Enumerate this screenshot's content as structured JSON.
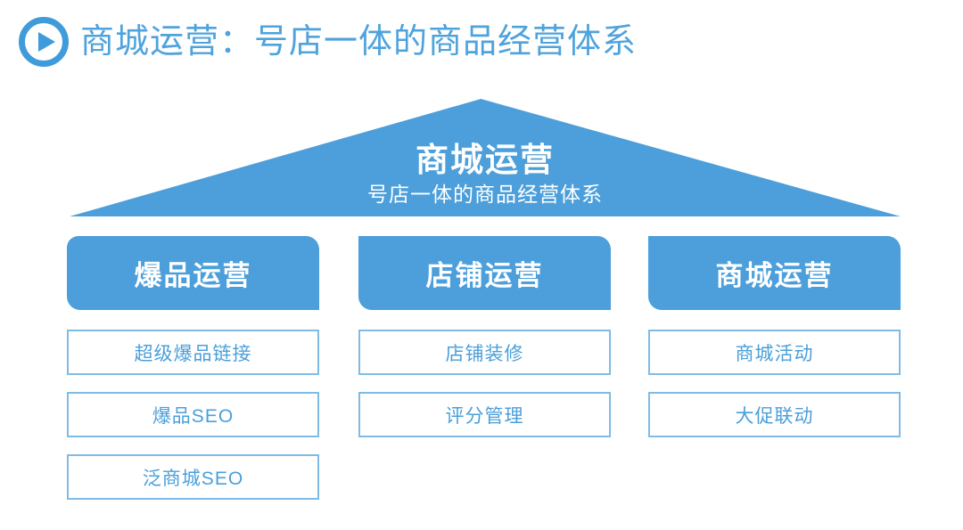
{
  "colors": {
    "primary": "#4c9fda",
    "page_title_text": "#4fa3dd",
    "item_border": "#7fbce5",
    "item_text": "#4a9fda",
    "icon_blue": "#3f9bda"
  },
  "header": {
    "icon": "play-circle-icon",
    "title": "商城运营：号店一体的商品经营体系"
  },
  "roof": {
    "title": "商城运营",
    "subtitle": "号店一体的商品经营体系"
  },
  "columns": [
    {
      "header": "爆品运营",
      "items": [
        "超级爆品链接",
        "爆品SEO",
        "泛商城SEO"
      ]
    },
    {
      "header": "店铺运营",
      "items": [
        "店铺装修",
        "评分管理"
      ]
    },
    {
      "header": "商城运营",
      "items": [
        "商城活动",
        "大促联动"
      ]
    }
  ]
}
